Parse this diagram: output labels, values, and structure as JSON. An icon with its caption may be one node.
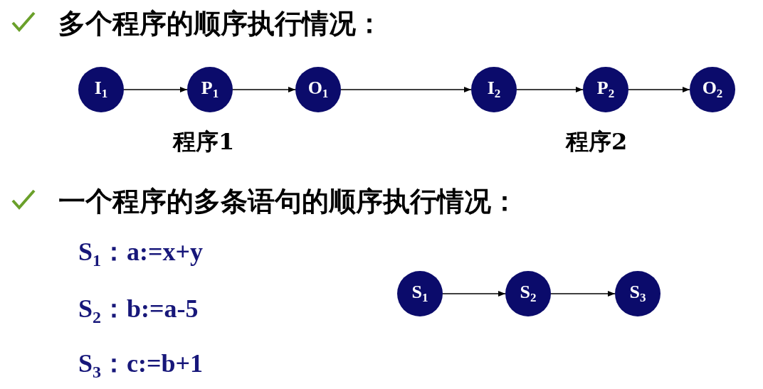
{
  "diagram": {
    "nodes": [
      {
        "text": [
          "I$_{1}$"
        ]
      },
      {
        "text": [
          "P$_{1}$"
        ]
      },
      {
        "text": [
          "O$_{1}$"
        ]
      },
      {
        "text": [
          "I$_{2}$"
        ]
      },
      {
        "text": [
          "P$_{2}$"
        ]
      },
      {
        "text": [
          "O$_{2}$"
        ]
      },
      {
        "text": [
          "S$_{1}$"
        ]
      },
      {
        "text": [
          "S$_{2}$"
        ]
      },
      {
        "text": [
          "S$_{3}$"
        ]
      }
    ],
    "edges": [
      {
        "from": 0,
        "to": 1,
        "arrow": "to"
      },
      {
        "from": 1,
        "to": 2,
        "arrow": "to"
      },
      {
        "from": 2,
        "to": 3,
        "arrow": "to"
      },
      {
        "from": 3,
        "to": 4,
        "arrow": "to"
      },
      {
        "from": 4,
        "to": 5,
        "arrow": "to"
      },
      {
        "from": 6,
        "to": 7,
        "arrow": "to"
      },
      {
        "from": 7,
        "to": 8,
        "arrow": "to"
      }
    ],
    "labels": [
      "多个程序的顺序执行情况：",
      "程序1",
      "程序2",
      "一个程序的多条语句的顺序执行情况：",
      "S$_{1}$：a:=x+y",
      "S$_{2}$：b:=a-5",
      "S$_{3}$：c:=b+1"
    ]
  }
}
